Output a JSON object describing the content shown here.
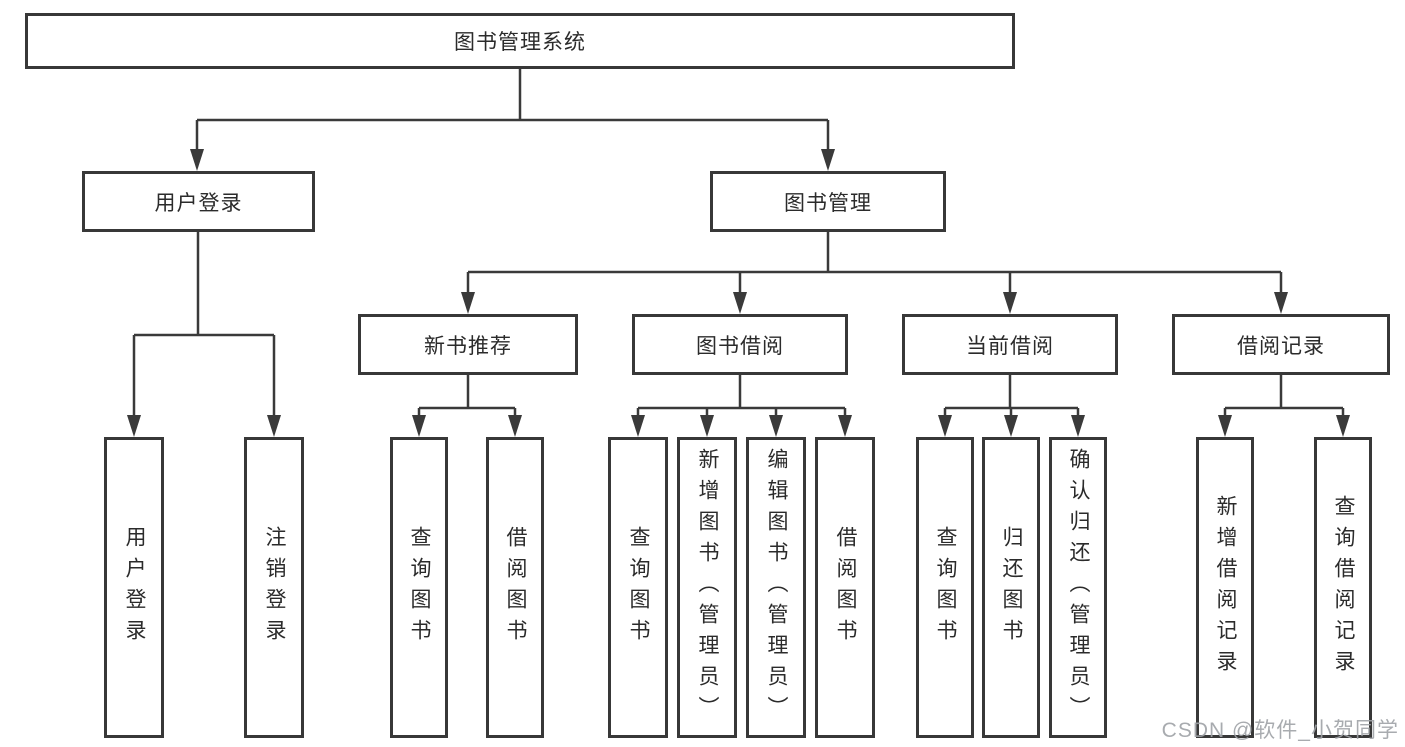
{
  "diagram": {
    "type": "tree",
    "title": "图书管理系统",
    "colors": {
      "line": "#3a3a3a",
      "box_border": "#383838",
      "text": "#2b2b2b",
      "background": "#ffffff",
      "watermark": "#9ea2a6"
    },
    "tree": {
      "root": {
        "label": "图书管理系统",
        "children": [
          {
            "label": "用户登录",
            "children": [
              {
                "label": "用户登录"
              },
              {
                "label": "注销登录"
              }
            ]
          },
          {
            "label": "图书管理",
            "children": [
              {
                "label": "新书推荐",
                "children": [
                  {
                    "label": "查询图书"
                  },
                  {
                    "label": "借阅图书"
                  }
                ]
              },
              {
                "label": "图书借阅",
                "children": [
                  {
                    "label": "查询图书"
                  },
                  {
                    "label": "新增图书（管理员）"
                  },
                  {
                    "label": "编辑图书（管理员）"
                  },
                  {
                    "label": "借阅图书"
                  }
                ]
              },
              {
                "label": "当前借阅",
                "children": [
                  {
                    "label": "查询图书"
                  },
                  {
                    "label": "归还图书"
                  },
                  {
                    "label": "确认归还（管理员）"
                  }
                ]
              },
              {
                "label": "借阅记录",
                "children": [
                  {
                    "label": "新增借阅记录"
                  },
                  {
                    "label": "查询借阅记录"
                  }
                ]
              }
            ]
          }
        ]
      }
    }
  },
  "watermark": {
    "text": "CSDN @软件_小贺同学"
  }
}
